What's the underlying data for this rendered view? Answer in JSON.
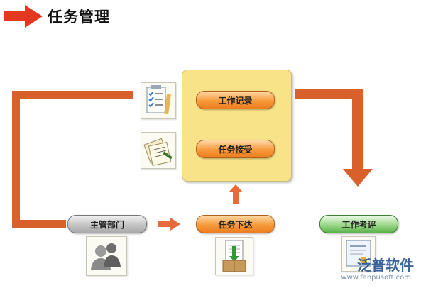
{
  "header": {
    "title": "任务管理"
  },
  "nodes": {
    "work_record": "工作记录",
    "task_accept": "任务接受",
    "supervisor_dept": "主管部门",
    "task_assign": "任务下达",
    "work_review": "工作考评"
  },
  "icons": {
    "checklist": "checklist-icon",
    "documents": "documents-icon",
    "people": "people-icon",
    "inbox_doc": "document-inbox-icon",
    "certificate": "certificate-icon"
  },
  "watermark": {
    "brand": "泛普软件",
    "url": "www.fanpusoft.com"
  },
  "colors": {
    "arrow": "#d8602a",
    "panel": "#f8e389",
    "pill_orange": "#f79a3c",
    "pill_gray": "#c4c4c4",
    "pill_green": "#9bd88a"
  }
}
